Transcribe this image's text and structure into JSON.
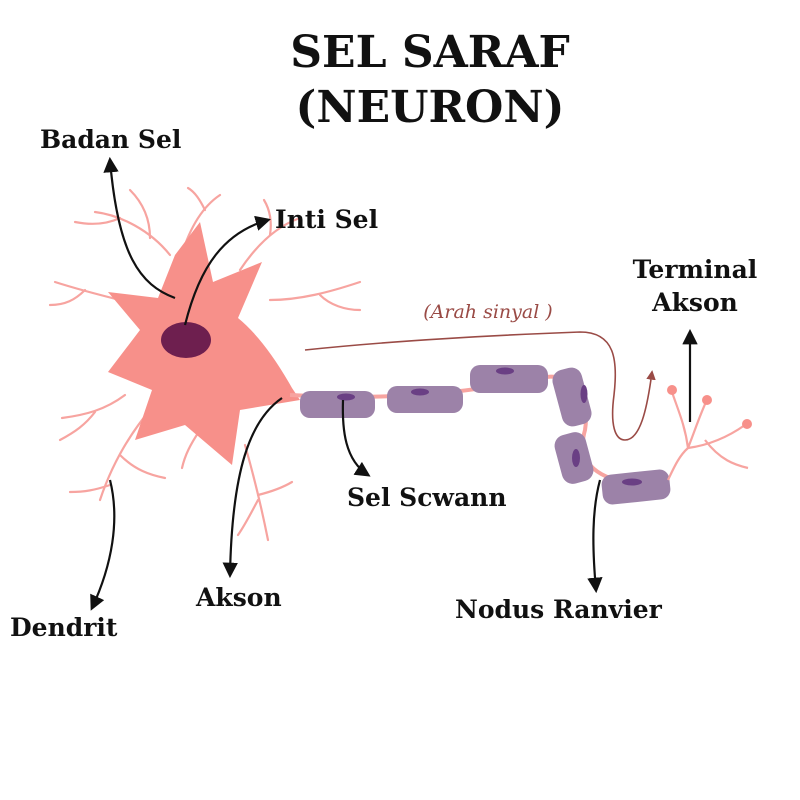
{
  "title": {
    "line1": "SEL SARAF",
    "line2": "(NEURON)"
  },
  "labels": {
    "badan_sel": "Badan Sel",
    "inti_sel": "Inti Sel",
    "terminal_akson_1": "Terminal",
    "terminal_akson_2": "Akson",
    "arah_sinyal": "(Arah sinyal )",
    "sel_schwann": "Sel Scwann",
    "akson": "Akson",
    "nodus_ranvier": "Nodus Ranvier",
    "dendrit": "Dendrit"
  },
  "colors": {
    "cell_body": "#f7908a",
    "nucleus": "#6e1f4f",
    "dendrite": "#f7a4a0",
    "myelin": "#9c82a8",
    "myelin_nucleus": "#6a3f84",
    "signal": "#9a4b46",
    "text": "#111111"
  }
}
